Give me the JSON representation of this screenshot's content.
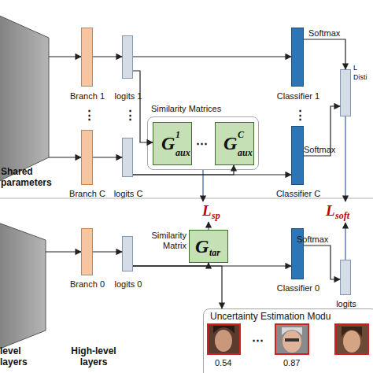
{
  "diagram": {
    "nodes": [
      {
        "text": [
          "Branch 1"
        ]
      },
      {
        "text": [
          "logits 1"
        ]
      },
      {
        "text": [
          "Similarity Matrices"
        ]
      },
      {
        "text": [
          "G",
          "1",
          "aux"
        ],
        "in": 2
      },
      {
        "text": [
          "G",
          "C",
          "aux"
        ],
        "in": 2
      },
      {
        "text": [
          "Classifier 1"
        ]
      },
      {
        "text": [
          "L",
          "Disti"
        ]
      },
      {
        "text": [
          "Branch C"
        ]
      },
      {
        "text": [
          "logits C"
        ]
      },
      {
        "text": [
          "Classifier C"
        ]
      },
      {
        "text": [
          "Branch 0"
        ]
      },
      {
        "text": [
          "logits 0"
        ]
      },
      {
        "text": [
          "Similarity Matrix",
          "G",
          "tar"
        ]
      },
      {
        "text": [
          "Classifier 0"
        ]
      },
      {
        "text": [
          "logits"
        ]
      },
      {
        "text": [
          "Uncertainty Estimation Modu"
        ]
      }
    ],
    "edges": [
      {
        "from": 0,
        "to": 1,
        "arrow": "to"
      },
      {
        "from": 1,
        "to": 5,
        "arrow": "to"
      },
      {
        "from": 1,
        "to": 3,
        "arrow": "to"
      },
      {
        "from": 5,
        "to": 6,
        "label": "Softmax",
        "arrow": "to"
      },
      {
        "from": 7,
        "to": 8,
        "arrow": "to"
      },
      {
        "from": 8,
        "to": 9,
        "arrow": "to"
      },
      {
        "from": 8,
        "to": 4,
        "arrow": "to"
      },
      {
        "from": 9,
        "to": 6,
        "label": "Softmax",
        "arrow": "to"
      },
      {
        "from": 10,
        "to": 11,
        "arrow": "to"
      },
      {
        "from": 11,
        "to": 12,
        "arrow": "to"
      },
      {
        "from": 11,
        "to": 13,
        "arrow": "to"
      },
      {
        "from": 11,
        "to": 15,
        "arrow": "to"
      },
      {
        "from": 13,
        "to": 14,
        "label": "Softmax",
        "arrow": "to"
      }
    ],
    "labels": [
      "⋮",
      "⋮",
      "⋯",
      "⋮",
      "Shared parameters",
      "L",
      "sp",
      "L",
      "soft",
      "⋯",
      "0.54",
      "0.87",
      "level layers",
      "High-level layers"
    ]
  }
}
